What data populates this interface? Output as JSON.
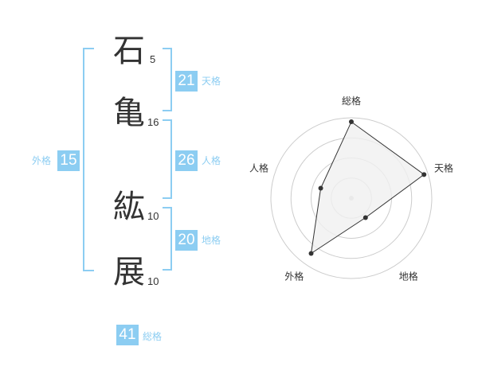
{
  "name": {
    "chars": [
      {
        "char": "石",
        "strokes": "5"
      },
      {
        "char": "亀",
        "strokes": "16"
      },
      {
        "char": "紘",
        "strokes": "10"
      },
      {
        "char": "展",
        "strokes": "10"
      }
    ]
  },
  "fortune": {
    "tenkaku": {
      "label": "天格",
      "value": "21"
    },
    "jinkaku": {
      "label": "人格",
      "value": "26"
    },
    "chikaku": {
      "label": "地格",
      "value": "20"
    },
    "gaikaku": {
      "label": "外格",
      "value": "15"
    },
    "soukaku": {
      "label": "総格",
      "value": "41"
    }
  },
  "chart_data": {
    "type": "radar",
    "axes": [
      "総格",
      "天格",
      "地格",
      "外格",
      "人格"
    ],
    "values": [
      0.95,
      0.95,
      0.3,
      0.85,
      0.4
    ],
    "rings": 4,
    "colors": {
      "fill": "#f0f0f0",
      "line": "#333333",
      "ring": "#cccccc",
      "point": "#333333"
    }
  }
}
